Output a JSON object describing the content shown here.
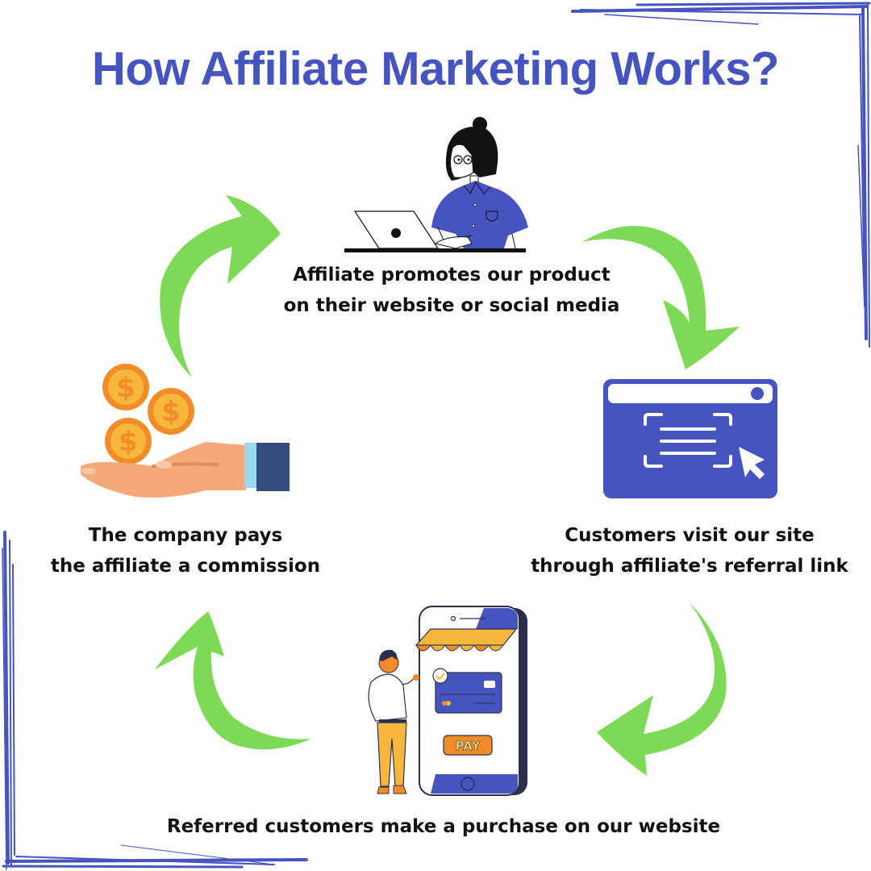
{
  "title": "How Affiliate Marketing Works?",
  "colors": {
    "accent_blue": "#4654c0",
    "arrow_green": "#7ed957",
    "coin_orange": "#f28c28",
    "coin_yellow": "#f6b73c",
    "skin": "#f5a878",
    "sleeve_navy": "#344b7e",
    "cuff_lightblue": "#9ad8ef"
  },
  "steps": [
    {
      "id": "promote",
      "icon": "woman-at-laptop-icon",
      "lines": [
        "Affiliate promotes our product",
        "on their website or social media"
      ]
    },
    {
      "id": "visit",
      "icon": "browser-click-icon",
      "lines": [
        "Customers visit our site",
        "through affiliate's referral link"
      ]
    },
    {
      "id": "purchase",
      "icon": "mobile-shop-pay-icon",
      "lines": [
        "Referred customers make a purchase on our website"
      ],
      "pay_button_label": "PAY"
    },
    {
      "id": "commission",
      "icon": "hand-with-coins-icon",
      "lines": [
        "The company pays",
        "the affiliate a commission"
      ],
      "coin_symbol": "$"
    }
  ],
  "arrows": [
    "arrow-top-left",
    "arrow-top-right",
    "arrow-bottom-right",
    "arrow-bottom-left"
  ]
}
